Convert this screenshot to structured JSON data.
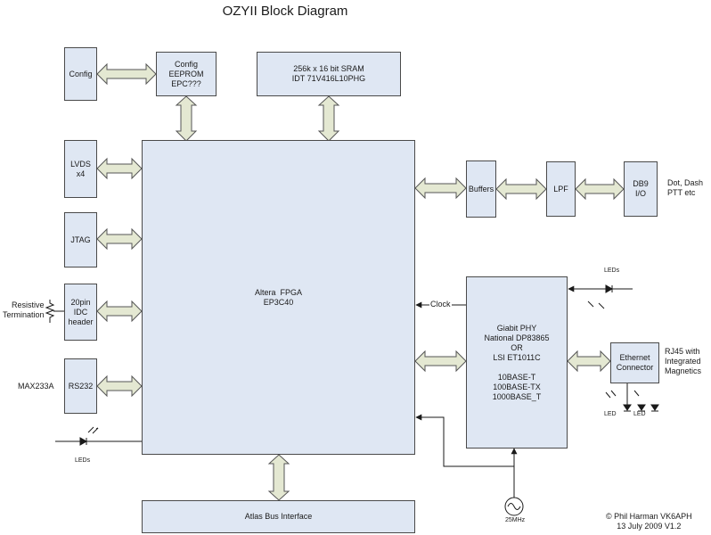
{
  "title": "OZYII Block Diagram",
  "blocks": {
    "config": "Config",
    "eeprom": "Config\nEEPROM\nEPC???",
    "sram": "256k x 16 bit SRAM\nIDT 71V416L10PHG",
    "lvds": "LVDS\nx4",
    "jtag": "JTAG",
    "idc": "20pin\nIDC\nheader",
    "rs232": "RS232",
    "fpga": "Altera  FPGA\nEP3C40",
    "buffers": "Buffers",
    "lpf": "LPF",
    "db9": "DB9\nI/O",
    "phy": "Giabit PHY\nNational DP83865\nOR\nLSI ET1011C\n\n10BASE-T\n100BASE-TX\n1000BASE_T",
    "ethernet": "Ethernet\nConnector",
    "atlas": "Atlas Bus Interface"
  },
  "labels": {
    "dot_dash": "Dot, Dash\nPTT etc",
    "rj45": "RJ45 with\nIntegrated\nMagnetics",
    "resistive": "Resistive\nTermination",
    "max233a": "MAX233A",
    "leds_top": "LEDs",
    "leds_bottom_left": "LEDs",
    "led_a": "LED",
    "led_b": "LED",
    "clock": "Clock",
    "osc": "25MHz",
    "credit": "© Phil Harman VK6APH\n13 July 2009 V1.2"
  },
  "colors": {
    "block_fill": "#dfe7f3",
    "arrow_fill": "#e4e8d2",
    "line": "#1a1a1a"
  }
}
